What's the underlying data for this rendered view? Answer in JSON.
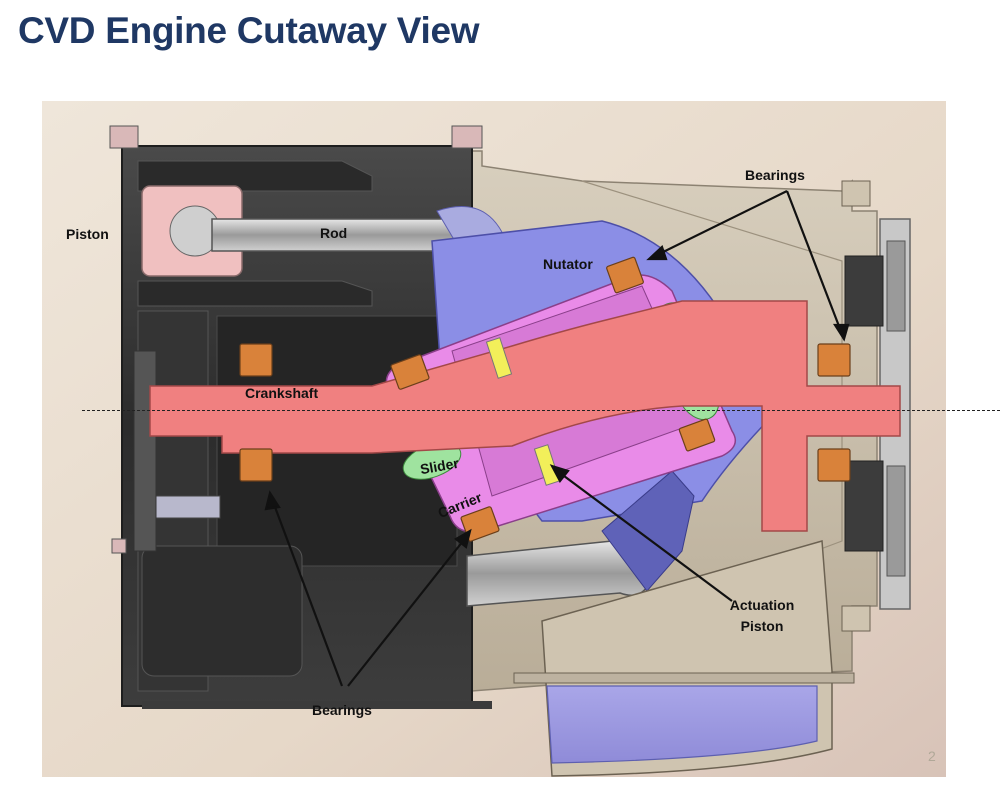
{
  "title": "CVD Engine Cutaway View",
  "labels": {
    "piston": "Piston",
    "rod": "Rod",
    "nutator": "Nutator",
    "bearings_top": "Bearings",
    "crankshaft": "Crankshaft",
    "slider": "Slider",
    "carrier": "Carrier",
    "actuation_piston_line1": "Actuation",
    "actuation_piston_line2": "Piston",
    "bearings_bottom": "Bearings"
  },
  "page_number": "2",
  "colors": {
    "title": "#1f3864",
    "housing_dark": "#3b3b3b",
    "housing_tan": "#cfc4b0",
    "crankshaft": "#f08080",
    "carrier": "#e98be8",
    "nutator": "#8b8ee6",
    "slider": "#9fe39f",
    "bearing": "#d9823a",
    "actuation_piston": "#f2ef5a",
    "background": "#e9ddd0"
  }
}
